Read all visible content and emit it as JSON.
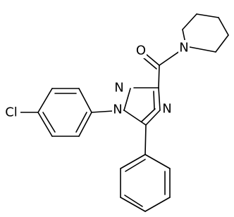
{
  "diagram": {
    "type": "chemical-structure",
    "atom_labels": {
      "chlorine": "Cl",
      "n1": "N",
      "n2": "N",
      "n4": "N",
      "n_piperidine": "N",
      "oxygen": "O"
    }
  }
}
